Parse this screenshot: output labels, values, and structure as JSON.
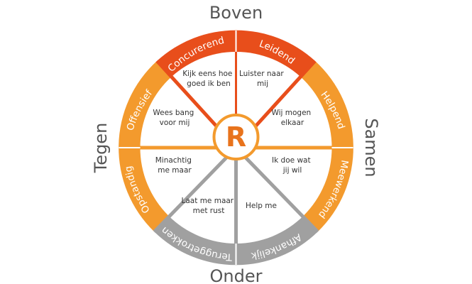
{
  "colors": {
    "dark_orange": "#e84e1b",
    "orange": "#f39a2d",
    "grey": "#a0a0a0",
    "axis_text": "#555555",
    "inner_text": "#333333"
  },
  "axes": {
    "top": "Boven",
    "bottom": "Onder",
    "left": "Tegen",
    "right": "Samen"
  },
  "center": {
    "letter": "R"
  },
  "ring_labels": {
    "concurerend": "Concurerend",
    "leidend": "Leidend",
    "helpend": "Helpend",
    "meewerkend": "Meewerkend",
    "afhankelijk": "Afhankelijk",
    "teruggetrokken": "Teruggetrokken",
    "opstandig": "Opstandig",
    "offensief": "Offensief"
  },
  "inner_labels": {
    "kijk": [
      "Kijk eens hoe",
      "goed ik ben"
    ],
    "luister": [
      "Luister naar",
      "mij"
    ],
    "wij": [
      "Wij mogen",
      "elkaar"
    ],
    "ikdoe": [
      "Ik doe wat",
      "jij wil"
    ],
    "help": [
      "Help me"
    ],
    "laat": [
      "Laat me maar",
      "met rust"
    ],
    "minachtig": [
      "Minachtig",
      "me maar"
    ],
    "wees": [
      "Wees bang",
      "voor mij"
    ]
  }
}
